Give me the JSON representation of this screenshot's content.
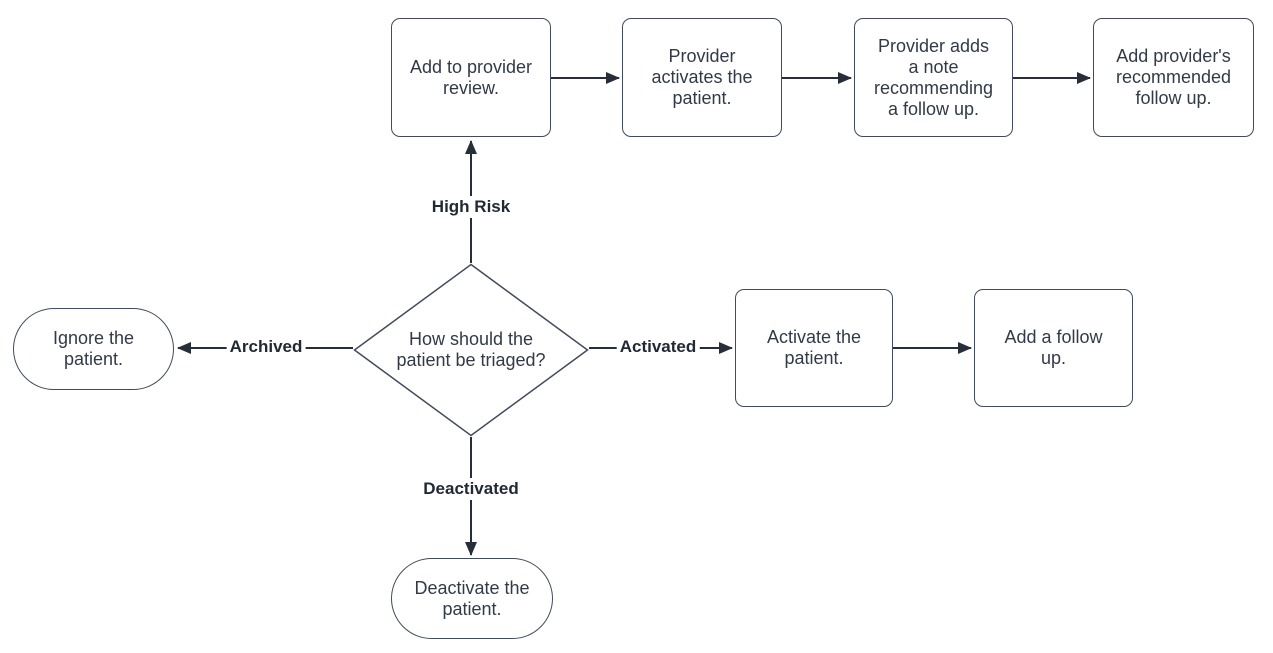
{
  "diagram": {
    "type": "flowchart",
    "colors": {
      "background": "#ffffff",
      "shape_border": "#414b5c",
      "connector": "#272e3a",
      "node_text": "#323a47",
      "edge_label_text": "#222935"
    },
    "nodes": {
      "triage_question": {
        "shape": "diamond",
        "label": "How should the\npatient be triaged?"
      },
      "add_provider_review": {
        "shape": "rectangle",
        "label": "Add to provider\nreview."
      },
      "provider_activates": {
        "shape": "rectangle",
        "label": "Provider\nactivates the\npatient."
      },
      "provider_adds_note": {
        "shape": "rectangle",
        "label": "Provider adds\na note\nrecommending\na follow up."
      },
      "add_providers_followup": {
        "shape": "rectangle",
        "label": "Add provider's\nrecommended\nfollow up."
      },
      "ignore_patient": {
        "shape": "stadium",
        "label": "Ignore the\npatient."
      },
      "activate_patient": {
        "shape": "rectangle",
        "label": "Activate the\npatient."
      },
      "add_followup": {
        "shape": "rectangle",
        "label": "Add a follow\nup."
      },
      "deactivate_patient": {
        "shape": "stadium",
        "label": "Deactivate the\npatient."
      }
    },
    "edges": {
      "high_risk": {
        "label": "High Risk",
        "from": "triage_question",
        "to": "add_provider_review"
      },
      "archived": {
        "label": "Archived",
        "from": "triage_question",
        "to": "ignore_patient"
      },
      "activated": {
        "label": "Activated",
        "from": "triage_question",
        "to": "activate_patient"
      },
      "deactivated": {
        "label": "Deactivated",
        "from": "triage_question",
        "to": "deactivate_patient"
      },
      "review_to_activates": {
        "label": "",
        "from": "add_provider_review",
        "to": "provider_activates"
      },
      "activates_to_note": {
        "label": "",
        "from": "provider_activates",
        "to": "provider_adds_note"
      },
      "note_to_followup": {
        "label": "",
        "from": "provider_adds_note",
        "to": "add_providers_followup"
      },
      "activate_to_followup": {
        "label": "",
        "from": "activate_patient",
        "to": "add_followup"
      }
    }
  }
}
